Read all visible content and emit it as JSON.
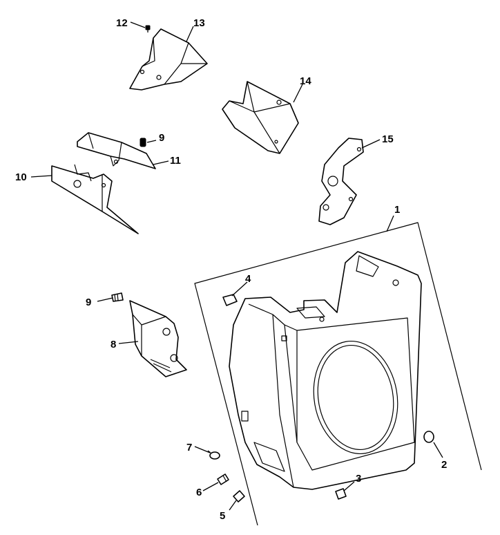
{
  "diagram": {
    "type": "exploded parts diagram",
    "callouts": {
      "p1": "1",
      "p2": "2",
      "p3": "3",
      "p4": "4",
      "p5": "5",
      "p6": "6",
      "p7": "7",
      "p8": "8",
      "p9a": "9",
      "p9b": "9",
      "p10": "10",
      "p11": "11",
      "p12": "12",
      "p13": "13",
      "p14": "14",
      "p15": "15"
    }
  }
}
